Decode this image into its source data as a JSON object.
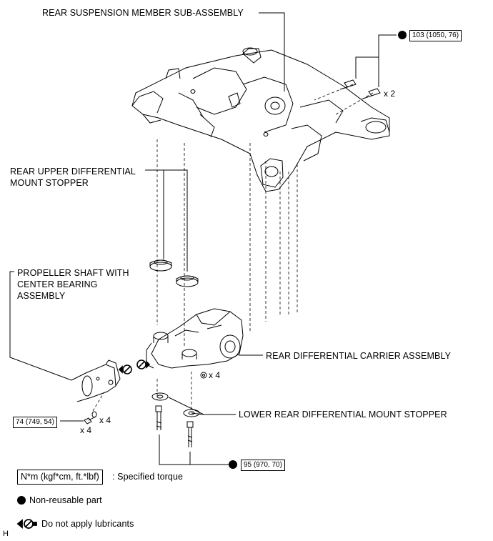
{
  "labels": {
    "rear_suspension_member": "REAR SUSPENSION MEMBER SUB-ASSEMBLY",
    "rear_upper_diff_line1": "REAR UPPER DIFFERENTIAL",
    "rear_upper_diff_line2": "MOUNT STOPPER",
    "propeller_line1": "PROPELLER SHAFT WITH",
    "propeller_line2": "CENTER BEARING",
    "propeller_line3": "ASSEMBLY",
    "rear_diff_carrier": "REAR DIFFERENTIAL CARRIER ASSEMBLY",
    "lower_rear_diff_stopper": "LOWER REAR DIFFERENTIAL MOUNT STOPPER"
  },
  "torque": {
    "bolt_top": "103 (1050, 76)",
    "bolt_prop": "74 (749, 54)",
    "bolt_bottom": "95 (970, 70)"
  },
  "quantities": {
    "top_bolts": "x 2",
    "carrier_nuts": "x 4",
    "prop_washers": "x 4",
    "prop_bolts": "x 4"
  },
  "legend": {
    "torque_unit": "N*m (kgf*cm, ft.*lbf)",
    "torque_desc": ": Specified torque",
    "non_reusable": "Non-reusable part",
    "no_lubricant": "Do not apply lubricants"
  },
  "corner_mark": "H",
  "icons": [
    "non-reusable-dot-icon",
    "no-lubricant-icon"
  ]
}
